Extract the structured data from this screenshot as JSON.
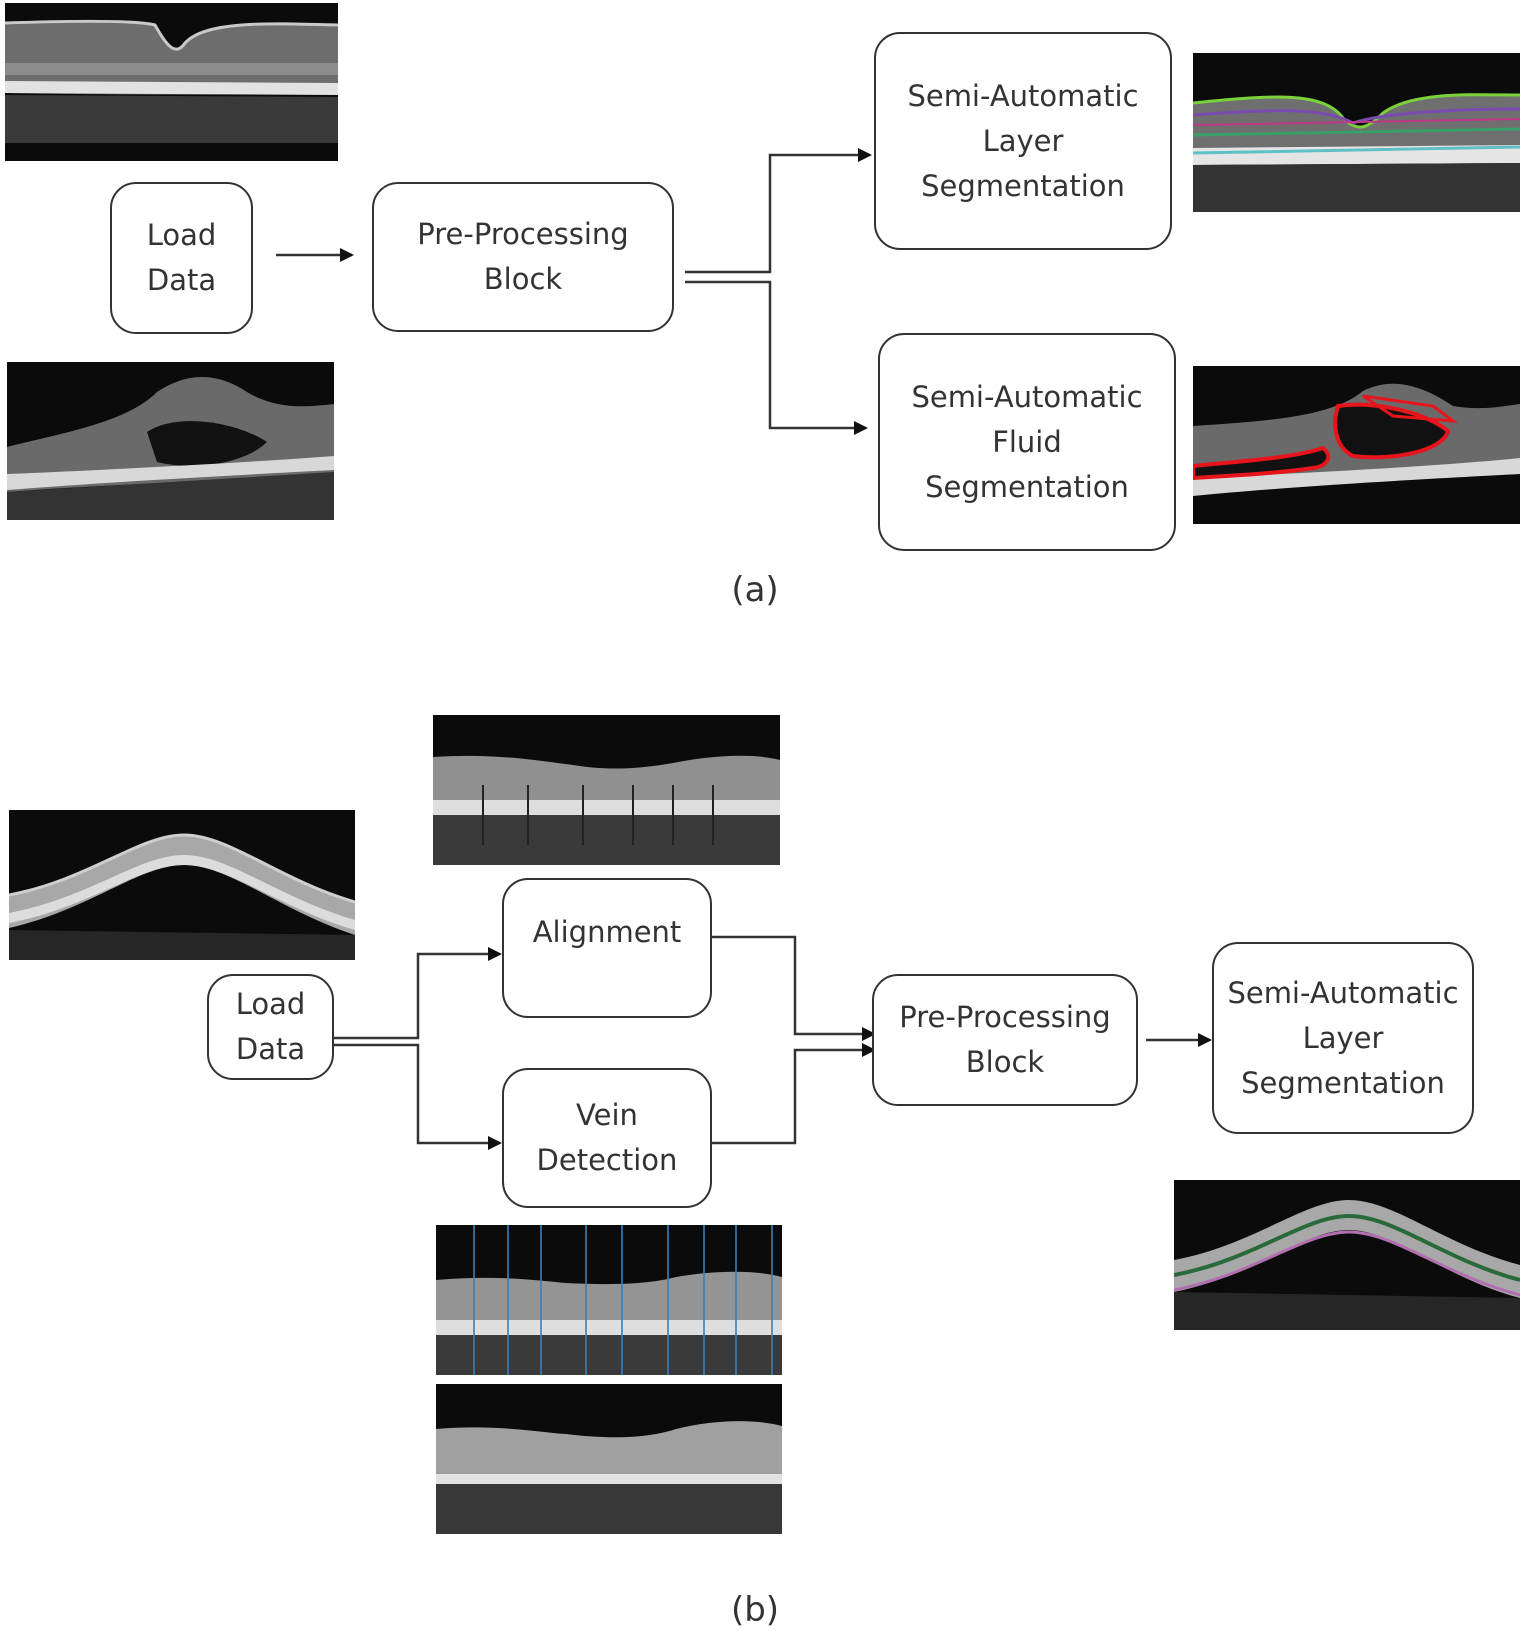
{
  "diagram_a": {
    "caption": "(a)",
    "load_data": "Load\nData",
    "pre_processing": "Pre-Processing\nBlock",
    "layer_seg": "Semi-Automatic\nLayer\nSegmentation",
    "fluid_seg": "Semi-Automatic\nFluid\nSegmentation"
  },
  "diagram_b": {
    "caption": "(b)",
    "load_data": "Load\nData",
    "alignment": "Alignment",
    "vein_detection": "Vein\nDetection",
    "pre_processing": "Pre-Processing\nBlock",
    "layer_seg": "Semi-Automatic\nLayer\nSegmentation"
  },
  "colors": {
    "stroke": "#333333",
    "fluid_outline": "#e8141b",
    "layer_green": "#7ad13a",
    "layer_purple": "#7a4ab0",
    "vein_blue": "#3a7fc0"
  }
}
